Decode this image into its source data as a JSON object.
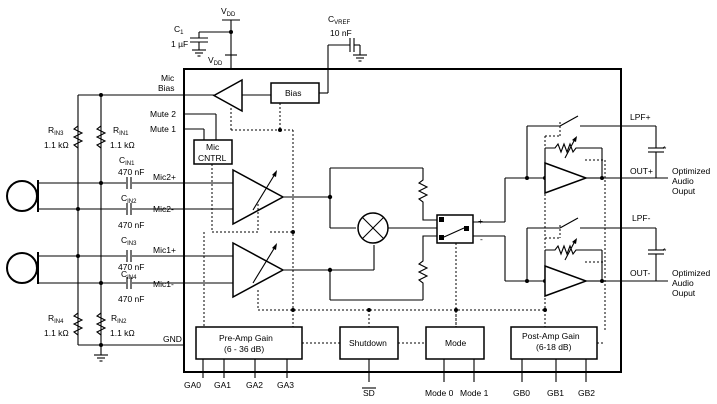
{
  "components": {
    "c1_main": "C",
    "c1_sub": "1",
    "c1_value": "1 µF",
    "vdd_top_main": "V",
    "vdd_top_sub": "DD",
    "vdd_side_main": "V",
    "vdd_side_sub": "DD",
    "cvref_main": "C",
    "cvref_sub": "VREF",
    "cvref_value": "10 nF",
    "ref_label": "REF",
    "rin3_main": "R",
    "rin3_sub": "IN3",
    "rin3_value": "1.1 kΩ",
    "rin1_main": "R",
    "rin1_sub": "IN1",
    "rin1_value": "1.1 kΩ",
    "rin4_main": "R",
    "rin4_sub": "IN4",
    "rin4_value": "1.1 kΩ",
    "rin2_main": "R",
    "rin2_sub": "IN2",
    "rin2_value": "1.1 kΩ",
    "cin1_main": "C",
    "cin1_sub": "IN1",
    "cin1_value": "470 nF",
    "cin2_main": "C",
    "cin2_sub": "IN2",
    "cin2_value": "470 nF",
    "cin3_main": "C",
    "cin3_sub": "IN3",
    "cin3_value": "470 nF",
    "cin4_main": "C",
    "cin4_sub": "IN4",
    "cin4_value": "470 nF"
  },
  "pins": {
    "mic_bias_line1": "Mic",
    "mic_bias_line2": "Bias",
    "mute2": "Mute 2",
    "mute1": "Mute 1",
    "mic2p": "Mic2+",
    "mic2m": "Mic2-",
    "mic1p": "Mic1+",
    "mic1m": "Mic1-",
    "gnd": "GND",
    "lpfp": "LPF+",
    "lpfm": "LPF-",
    "outp": "OUT+",
    "outm": "OUT-",
    "ga0": "GA0",
    "ga1": "GA1",
    "ga2": "GA2",
    "ga3": "GA3",
    "sd": "SD",
    "mode0": "Mode 0",
    "mode1": "Mode 1",
    "gb0": "GB0",
    "gb1": "GB1",
    "gb2": "GB2",
    "plus": "+",
    "minus": "-",
    "star": "*"
  },
  "blocks": {
    "bias": "Bias",
    "mic_cntrl_line1": "Mic",
    "mic_cntrl_line2": "CNTRL",
    "preamp_line1": "Pre-Amp Gain",
    "preamp_line2": "(6 - 36 dB)",
    "shutdown": "Shutdown",
    "mode": "Mode",
    "postamp_line1": "Post-Amp Gain",
    "postamp_line2": "(6-18 dB)"
  },
  "outputs": {
    "out1_line1": "Optimized",
    "out1_line2": "Audio",
    "out1_line3": "Ouput",
    "out2_line1": "Optimized",
    "out2_line2": "Audio",
    "out2_line3": "Ouput"
  }
}
